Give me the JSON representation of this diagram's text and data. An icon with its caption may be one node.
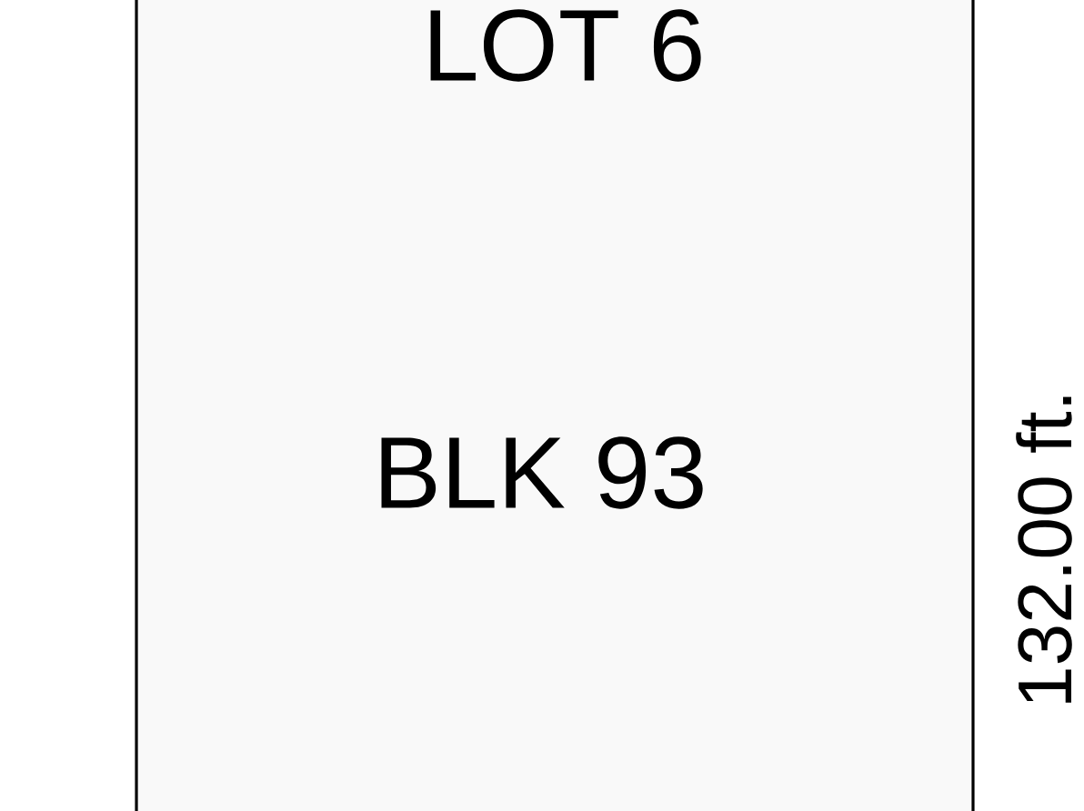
{
  "diagram": {
    "nodes": [
      {
        "text": [
          "LOT 6",
          "BLK 93"
        ]
      }
    ],
    "labels": [
      "132.00 ft."
    ]
  }
}
